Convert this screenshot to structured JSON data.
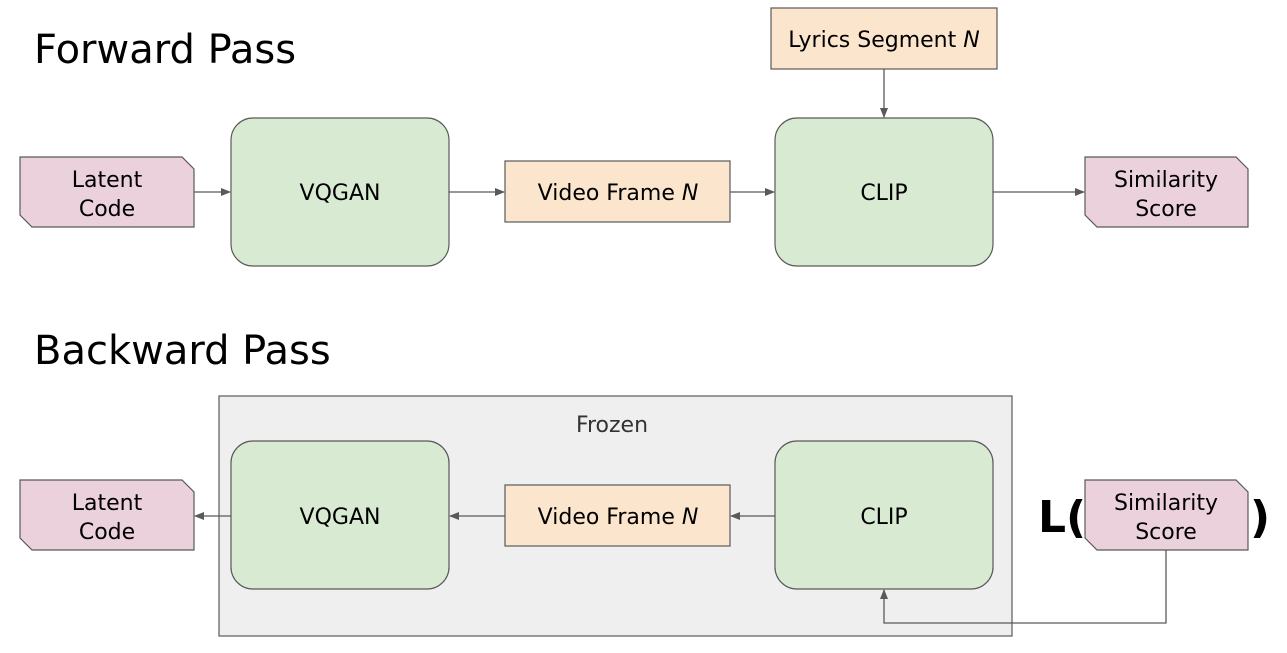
{
  "sections": {
    "forward_title": "Forward Pass",
    "backward_title": "Backward Pass"
  },
  "forward": {
    "latent_code": [
      "Latent",
      "Code"
    ],
    "vqgan": "VQGAN",
    "video_frame": "Video Frame ",
    "video_frame_var": "N",
    "lyrics_segment": "Lyrics Segment ",
    "lyrics_segment_var": "N",
    "clip": "CLIP",
    "similarity_score": [
      "Similarity",
      "Score"
    ]
  },
  "backward": {
    "frozen_label": "Frozen",
    "latent_code": [
      "Latent",
      "Code"
    ],
    "vqgan": "VQGAN",
    "video_frame": "Video Frame ",
    "video_frame_var": "N",
    "clip": "CLIP",
    "loss_open": "L(",
    "loss_close": ")",
    "similarity_score": [
      "Similarity",
      "Score"
    ]
  },
  "colors": {
    "model_fill": "#d9ead3",
    "data_fill": "#fce5cd",
    "io_fill": "#ead1dc",
    "frozen_fill": "#efefef",
    "stroke": "#595959",
    "arrow": "#595959"
  }
}
